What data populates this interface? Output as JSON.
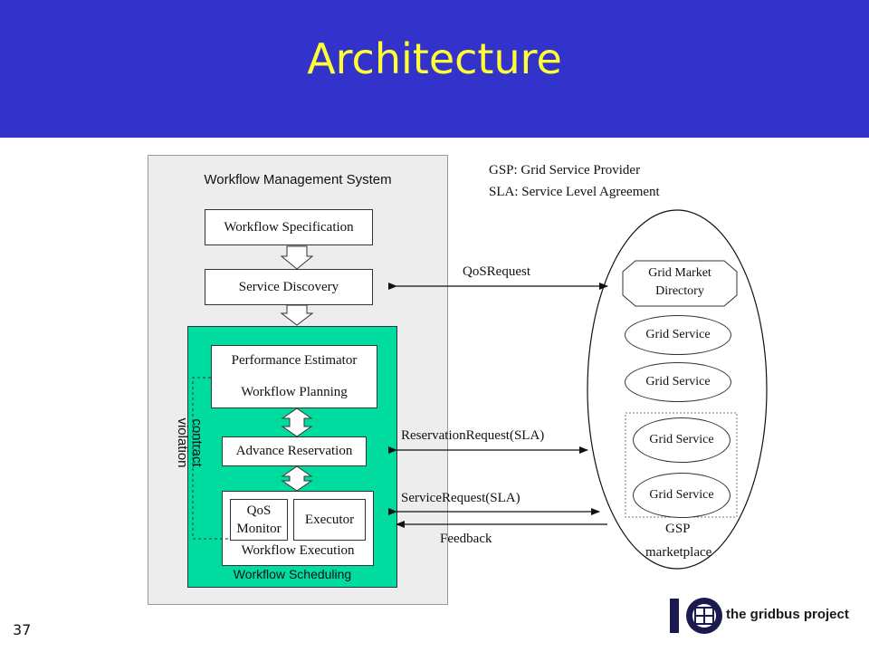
{
  "slide": {
    "title": "Architecture",
    "page_number": "37"
  },
  "legend": {
    "gsp": "GSP: Grid Service Provider",
    "sla": "SLA: Service Level Agreement"
  },
  "wms": {
    "title": "Workflow Management System",
    "workflow_specification": "Workflow Specification",
    "service_discovery": "Service Discovery",
    "scheduling": {
      "label": "Workflow Scheduling",
      "performance_estimator": "Performance Estimator",
      "workflow_planning": "Workflow Planning",
      "advance_reservation": "Advance Reservation",
      "qos_monitor_line1": "QoS",
      "qos_monitor_line2": "Monitor",
      "executor": "Executor",
      "workflow_execution": "Workflow Execution",
      "contract_line1": "contract",
      "contract_line2": "violation"
    }
  },
  "messages": {
    "qos_request": "QoSRequest",
    "reservation_request": "ReservationRequest(SLA)",
    "service_request": "ServiceRequest(SLA)",
    "feedback": "Feedback"
  },
  "marketplace": {
    "label": "marketplace",
    "directory_line1": "Grid Market",
    "directory_line2": "Directory",
    "service_1": "Grid Service",
    "service_2": "Grid Service",
    "gsp_service_1": "Grid Service",
    "gsp_service_2": "Grid Service",
    "gsp_label": "GSP"
  },
  "logo": {
    "text": "the gridbus project"
  },
  "colors": {
    "header": "#3333cc",
    "title": "#ffff33",
    "scheduling": "#00dba0",
    "wms_bg": "#ededed"
  }
}
